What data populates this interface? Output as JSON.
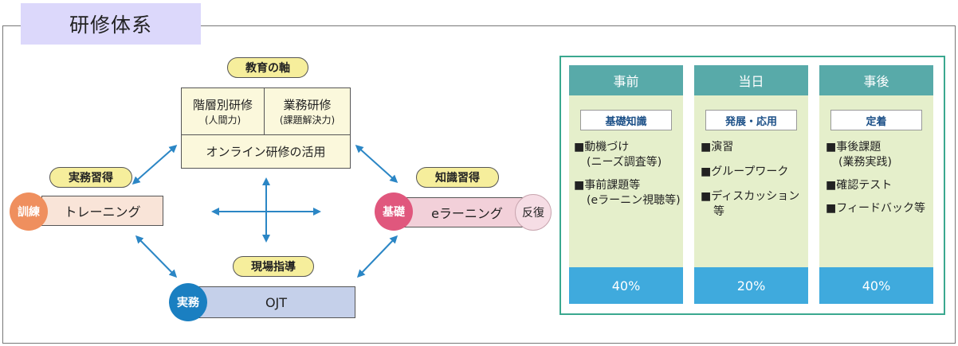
{
  "title": "研修体系",
  "diagram": {
    "axis_label": "教育の軸",
    "kaiso": {
      "main": "階層別研修",
      "sub": "(人間力)"
    },
    "gyomu": {
      "main": "業務研修",
      "sub": "(課題解決力)"
    },
    "online": "オンライン研修の活用",
    "training": {
      "tag": "実務習得",
      "label": "トレーニング",
      "badge": "訓練"
    },
    "elearning": {
      "tag": "知識習得",
      "label": "eラーニング",
      "badge_left": "基礎",
      "badge_right": "反復"
    },
    "ojt": {
      "tag": "現場指導",
      "label": "OJT",
      "badge": "実務"
    },
    "colors": {
      "orange": "#ef8f5e",
      "pink": "#e0577d",
      "blue": "#1a7fc1",
      "green": "#3aa88f"
    }
  },
  "columns": [
    {
      "header": "事前",
      "tag": "基礎知識",
      "items": [
        {
          "main": "■動機づけ",
          "sub": "(ニーズ調査等)"
        },
        {
          "main": "■事前課題等",
          "sub": "(eラーニン視聴等)"
        }
      ],
      "percent": "40%"
    },
    {
      "header": "当日",
      "tag": "発展・応用",
      "items": [
        {
          "main": "■演習",
          "sub": ""
        },
        {
          "main": "■グループワーク",
          "sub": ""
        },
        {
          "main": "■ディスカッション",
          "sub": "等"
        }
      ],
      "percent": "20%"
    },
    {
      "header": "事後",
      "tag": "定着",
      "items": [
        {
          "main": "■事後課題",
          "sub": "(業務実践)"
        },
        {
          "main": "■確認テスト",
          "sub": ""
        },
        {
          "main": "■フィードバック等",
          "sub": ""
        }
      ],
      "percent": "40%"
    }
  ]
}
